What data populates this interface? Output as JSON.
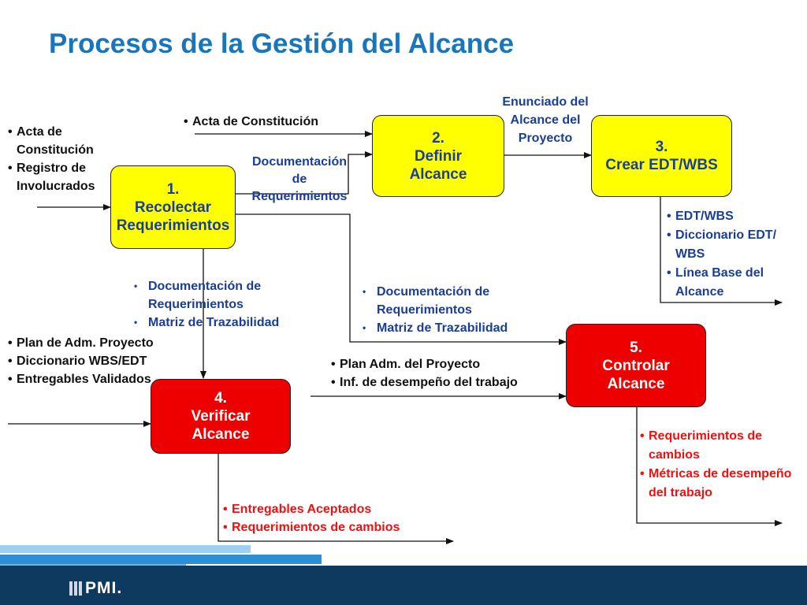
{
  "title": "Procesos de la Gestión del  Alcance",
  "boxes": {
    "b1": {
      "num": "1.",
      "line1": "Recolectar",
      "line2": "Requerimientos"
    },
    "b2": {
      "num": "2.",
      "line1": "Definir",
      "line2": "Alcance"
    },
    "b3": {
      "num": "3.",
      "line1": "Crear  EDT/WBS"
    },
    "b4": {
      "num": "4.",
      "line1": "Verificar",
      "line2": "Alcance"
    },
    "b5": {
      "num": "5.",
      "line1": "Controlar",
      "line2": "Alcance"
    }
  },
  "inputs_b1": [
    "Acta de Constitución",
    "Registro de Involucrados"
  ],
  "input_b2": "Acta de Constitución",
  "doc_req_mid": [
    "Documentación",
    "de",
    "Requerimientos"
  ],
  "scope_statement": [
    "Enunciado del",
    "Alcance del",
    "Proyecto"
  ],
  "outputs_b3": [
    "EDT/WBS",
    "Diccionario EDT/ WBS",
    "Línea Base del Alcance"
  ],
  "to_b4_from_b1": [
    "Documentación de Requerimientos",
    "Matriz de Trazabilidad"
  ],
  "inputs_b4": [
    "Plan de Adm. Proyecto",
    "Diccionario WBS/EDT",
    "Entregables Validados"
  ],
  "to_b5_from_b1": [
    "Documentación de Requerimientos",
    "Matriz de Trazabilidad"
  ],
  "inputs_b5": [
    "Plan Adm. del Proyecto",
    "Inf. de desempeño del trabajo"
  ],
  "outputs_b4": [
    "Entregables Aceptados",
    "Requerimientos de cambios"
  ],
  "outputs_b5": [
    "Requerimientos de cambios",
    "Métricas de desempeño del trabajo"
  ],
  "footer": {
    "logo": "PMI."
  },
  "colors": {
    "title": "#1a75bb",
    "yellow": "#ffff00",
    "red": "#ee0000",
    "dark_blue": "#1a3e96",
    "footer": "#0f3a5f",
    "band": "#2b8fd8"
  }
}
